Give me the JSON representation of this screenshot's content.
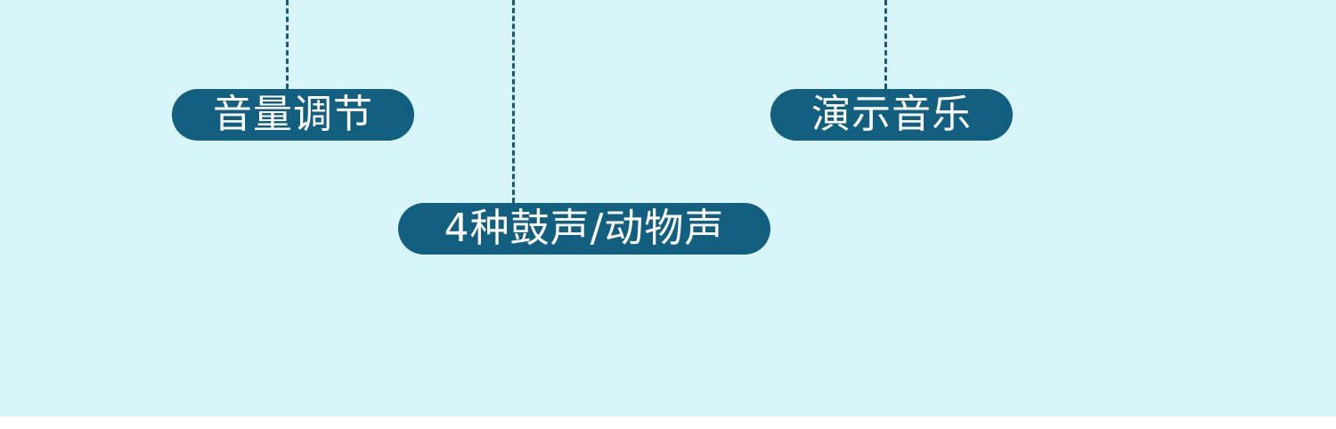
{
  "labels": {
    "volume": "音量调节",
    "drums": "4种鼓声/动物声",
    "demo": "演示音乐"
  },
  "colors": {
    "background": "#d8f6fa",
    "pill": "#125f7f",
    "connector": "#1a5a78",
    "text": "#ffffff"
  }
}
